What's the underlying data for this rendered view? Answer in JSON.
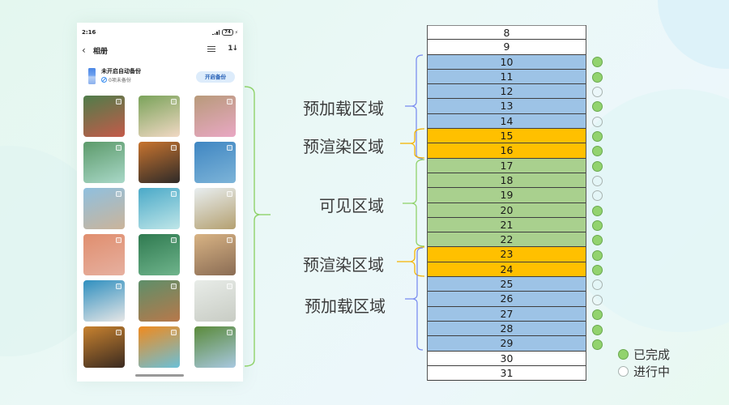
{
  "colors": {
    "preload": "#9dc3e6",
    "prerender": "#ffc000",
    "visible": "#a9d08e",
    "outside": "#ffffff",
    "done": "#92d36e",
    "bracket_preload": "#7b8ef0",
    "bracket_prerender": "#f5b400",
    "bracket_visible": "#8fd26a"
  },
  "phone": {
    "status": {
      "time": "2:16",
      "battery": "74"
    },
    "nav": {
      "title": "相册",
      "back_icon": "chevron-left-icon",
      "list_icon": "list-icon",
      "sort_icon": "sort-icon",
      "sort_glyph": "1↓"
    },
    "backup": {
      "title": "未开启自动备份",
      "subtitle": "0项未备份",
      "button": "开启备份"
    },
    "photos": [
      {
        "desc": "woman in straw hat with roses",
        "c1": "#4f7d4a",
        "c2": "#c45a4a"
      },
      {
        "desc": "woman with flowers in hair",
        "c1": "#7aa35a",
        "c2": "#f1d8c4"
      },
      {
        "desc": "pink flowers basket",
        "c1": "#b89a7a",
        "c2": "#e9a8c4"
      },
      {
        "desc": "smiling woman with daisies",
        "c1": "#5c9a6a",
        "c2": "#a9d8c8"
      },
      {
        "desc": "autumn road",
        "c1": "#c8742f",
        "c2": "#2e2a28"
      },
      {
        "desc": "pier at dusk",
        "c1": "#3f86c2",
        "c2": "#7db4d8"
      },
      {
        "desc": "beach with clouds",
        "c1": "#8fc0df",
        "c2": "#cbb49a"
      },
      {
        "desc": "turquoise lagoon",
        "c1": "#4aa9c8",
        "c2": "#bfe6e8"
      },
      {
        "desc": "woman in field",
        "c1": "#e8eef0",
        "c2": "#b4a070"
      },
      {
        "desc": "palm sunset",
        "c1": "#e08e6e",
        "c2": "#e6b0a0"
      },
      {
        "desc": "green tree tunnel",
        "c1": "#2f7a50",
        "c2": "#6fb48c"
      },
      {
        "desc": "sunset beach grass",
        "c1": "#d8b384",
        "c2": "#8a6c54"
      },
      {
        "desc": "blue bay coast",
        "c1": "#2f8fbf",
        "c2": "#e6e6e6"
      },
      {
        "desc": "palm grove",
        "c1": "#5d8f6a",
        "c2": "#b8784a"
      },
      {
        "desc": "people in sea",
        "c1": "#e8ece8",
        "c2": "#c8ccc4"
      },
      {
        "desc": "silhouette sunset",
        "c1": "#c8822f",
        "c2": "#3a2a20"
      },
      {
        "desc": "beach umbrella chairs",
        "c1": "#f08a1e",
        "c2": "#6ac0d8"
      },
      {
        "desc": "couple on lawn",
        "c1": "#5a8a3a",
        "c2": "#a8c8e0"
      }
    ]
  },
  "labels": {
    "preload_top": "预加载区域",
    "prerender_top": "预渲染区域",
    "visible": "可见区域",
    "prerender_bottom": "预渲染区域",
    "preload_bottom": "预加载区域"
  },
  "table": {
    "rows": [
      {
        "n": "8",
        "zone": "outside",
        "status": null
      },
      {
        "n": "9",
        "zone": "outside",
        "status": null
      },
      {
        "n": "10",
        "zone": "preload",
        "status": "done"
      },
      {
        "n": "11",
        "zone": "preload",
        "status": "done"
      },
      {
        "n": "12",
        "zone": "preload",
        "status": "progress"
      },
      {
        "n": "13",
        "zone": "preload",
        "status": "done"
      },
      {
        "n": "14",
        "zone": "preload",
        "status": "progress"
      },
      {
        "n": "15",
        "zone": "prerender",
        "status": "done"
      },
      {
        "n": "16",
        "zone": "prerender",
        "status": "done"
      },
      {
        "n": "17",
        "zone": "visible",
        "status": "done"
      },
      {
        "n": "18",
        "zone": "visible",
        "status": "progress"
      },
      {
        "n": "19",
        "zone": "visible",
        "status": "progress"
      },
      {
        "n": "20",
        "zone": "visible",
        "status": "done"
      },
      {
        "n": "21",
        "zone": "visible",
        "status": "done"
      },
      {
        "n": "22",
        "zone": "visible",
        "status": "done"
      },
      {
        "n": "23",
        "zone": "prerender",
        "status": "done"
      },
      {
        "n": "24",
        "zone": "prerender",
        "status": "done"
      },
      {
        "n": "25",
        "zone": "preload",
        "status": "progress"
      },
      {
        "n": "26",
        "zone": "preload",
        "status": "progress"
      },
      {
        "n": "27",
        "zone": "preload",
        "status": "done"
      },
      {
        "n": "28",
        "zone": "preload",
        "status": "done"
      },
      {
        "n": "29",
        "zone": "preload",
        "status": "done"
      },
      {
        "n": "30",
        "zone": "outside",
        "status": null
      },
      {
        "n": "31",
        "zone": "outside",
        "status": null
      }
    ]
  },
  "legend": {
    "done": "已完成",
    "progress": "进行中"
  }
}
